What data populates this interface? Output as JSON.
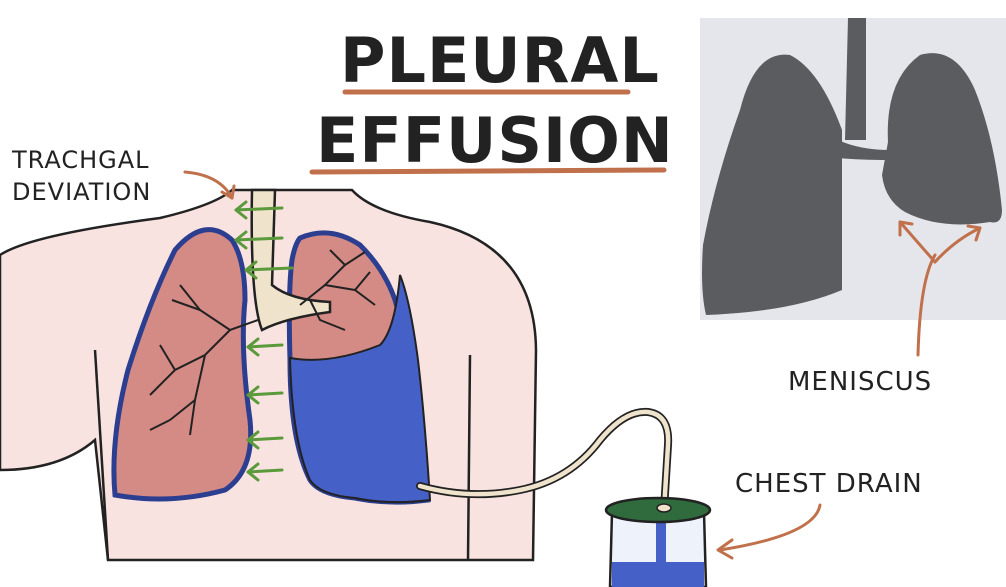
{
  "title": {
    "line1": "PLEURAL",
    "line2": "EFFUSION"
  },
  "labels": {
    "tracheal_line1": "TRACHGAL",
    "tracheal_line2": "DEVIATION",
    "meniscus": "MENISCUS",
    "chest_drain": "CHEST DRAIN"
  },
  "colors": {
    "title_underline": "#c0704a",
    "annotation_arrow": "#c0704a",
    "lung_fill": "#d48a85",
    "lung_outline": "#2c3e8f",
    "effusion_fluid": "#4561c8",
    "skin": "#f9e3e0",
    "trachea": "#efe3cc",
    "deviation_arrows": "#5a9a3a",
    "xray_bg": "#e4e6ec",
    "xray_lung": "#5b5c5f",
    "drain_lid": "#2f6b3d"
  }
}
